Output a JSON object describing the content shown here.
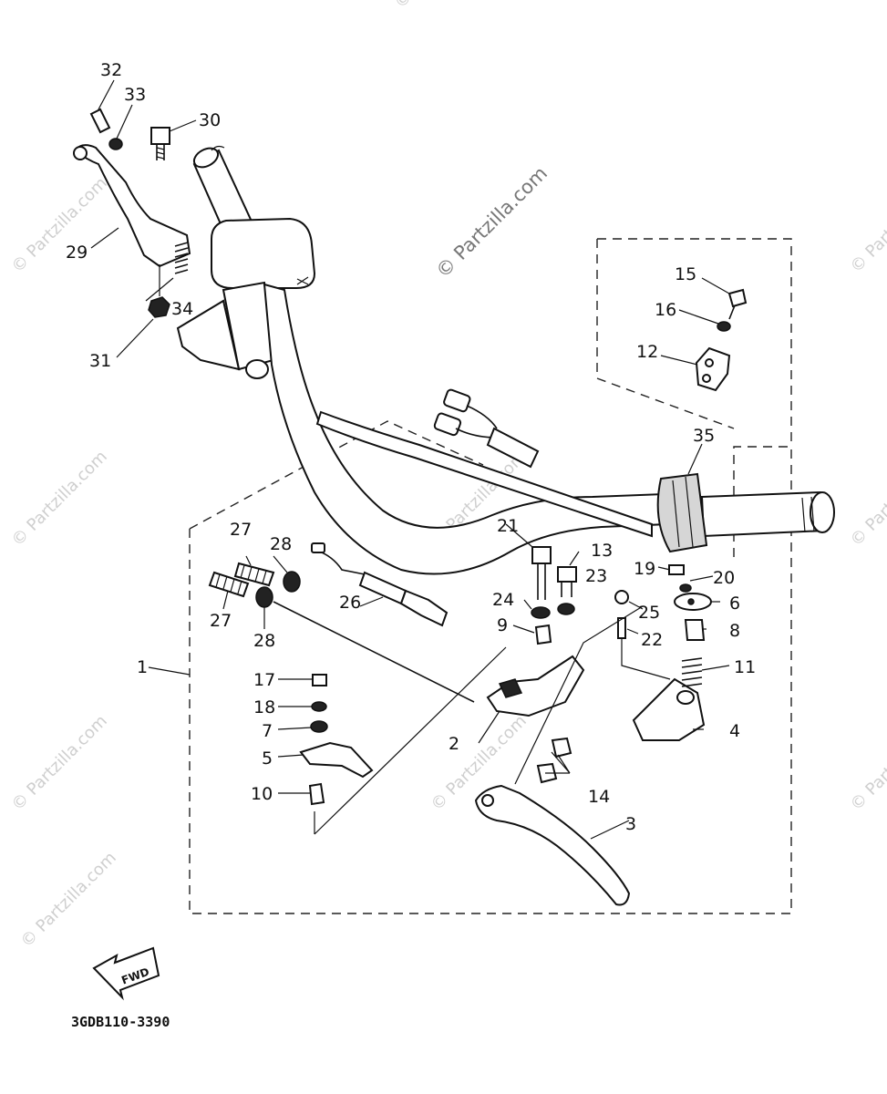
{
  "watermark": {
    "main": "© Partzilla.com",
    "faint": "© Partzilla.com"
  },
  "diagram_code": "3GDB110-3390",
  "fwd_badge": "FWD",
  "labels": {
    "l1": "1",
    "l2": "2",
    "l3": "3",
    "l4": "4",
    "l5": "5",
    "l6": "6",
    "l7": "7",
    "l8": "8",
    "l9": "9",
    "l10": "10",
    "l11": "11",
    "l12": "12",
    "l13": "13",
    "l14": "14",
    "l15": "15",
    "l16": "16",
    "l17": "17",
    "l18": "18",
    "l19": "19",
    "l20": "20",
    "l21": "21",
    "l22": "22",
    "l23": "23",
    "l24": "24",
    "l25": "25",
    "l26": "26",
    "l27a": "27",
    "l27b": "27",
    "l28a": "28",
    "l28b": "28",
    "l29": "29",
    "l30": "30",
    "l31": "31",
    "l32": "32",
    "l33": "33",
    "l34": "34",
    "l35": "35"
  }
}
